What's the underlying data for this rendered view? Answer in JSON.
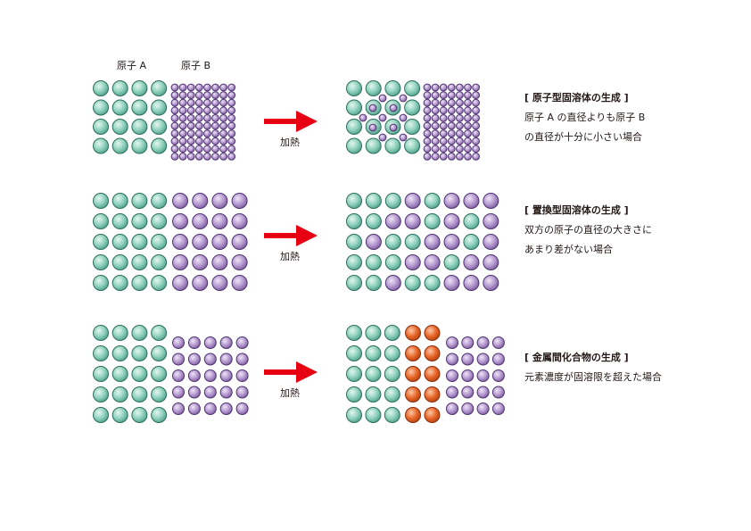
{
  "labels": {
    "atom_a": "原子 A",
    "atom_b": "原子 B"
  },
  "colors": {
    "atom_a": "#8fd1bd",
    "atom_b": "#b69ad0",
    "compound": "#e8672a",
    "arrow": "#e60012"
  },
  "rows": [
    {
      "heat_label": "加熱",
      "title": "[ 原子型固溶体の生成 ]",
      "desc_lines": [
        "原子 A の直径よりも原子 B",
        "の直径が十分に小さい場合"
      ]
    },
    {
      "heat_label": "加熱",
      "title": "[ 置換型固溶体の生成 ]",
      "desc_lines": [
        "双方の原子の直径の大きさに",
        "あまり差がない場合"
      ]
    },
    {
      "heat_label": "加熱",
      "title": "[ 金属間化合物の生成 ]",
      "desc_lines": [
        "元素濃度が固溶限を超えた場合"
      ]
    }
  ]
}
